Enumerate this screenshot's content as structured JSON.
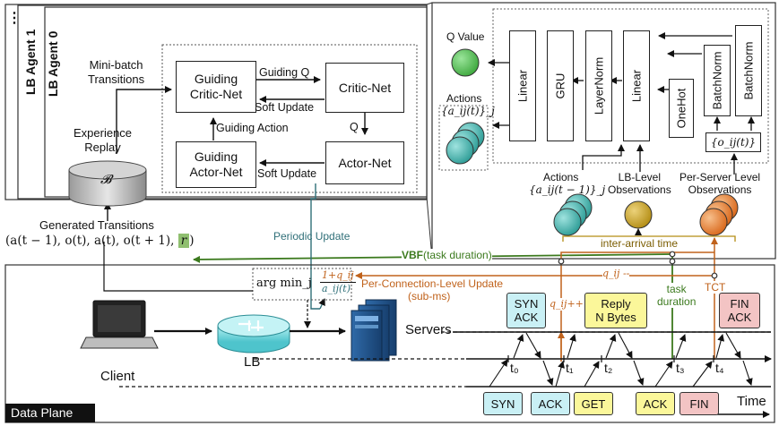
{
  "agents": {
    "ellipsis": "⋮",
    "agent1": "LB Agent 1",
    "agent0": "LB Agent 0",
    "mini_batch": "Mini-batch\nTransitions",
    "guiding_critic": "Guiding\nCritic-Net",
    "critic": "Critic-Net",
    "guiding_actor": "Guiding\nActor-Net",
    "actor": "Actor-Net",
    "guiding_q": "Guiding Q",
    "soft_update_1": "Soft Update",
    "soft_update_2": "Soft Update",
    "guiding_action": "Guiding Action",
    "q": "Q",
    "experience_replay": "Experience\nReplay",
    "buffer": "𝓑",
    "generated_transitions": "Generated Transitions",
    "transition_tuple": "(a(t − 1), o(t), a(t), o(t + 1),",
    "reward": "r",
    "periodic_update": "Periodic Update"
  },
  "network": {
    "q_value": "Q Value",
    "actions_top": "Actions",
    "actions_top_math": "{a_ij(t)}_j",
    "layers": [
      "Linear",
      "GRU",
      "LayerNorm",
      "Linear",
      "OneHot",
      "BatchNorm",
      "BatchNorm"
    ],
    "oij": "{o_ij(t)}",
    "actions_bottom": "Actions",
    "actions_bottom_math": "{a_ij(t − 1)}_j",
    "lb_obs": "LB-Level\nObservations",
    "server_obs": "Per-Server Level\nObservations"
  },
  "annotations": {
    "inter_arrival": "inter-arrival time",
    "vbf_bold": "VBF",
    "vbf_rest": "(task duration)",
    "qij_minus": "q_ij --",
    "argmin": "arg min_j",
    "frac_num": "1+q_ij",
    "frac_den": "a_ij(t)",
    "per_conn": "Per-Connection-Level Update",
    "sub_ms": "(sub-ms)",
    "qij_plus": "q_ij++",
    "task_duration": "task\nduration",
    "tct": "TCT"
  },
  "data_plane": {
    "title": "Data Plane",
    "client": "Client",
    "lb": "LB",
    "servers": "Servers",
    "time": "Time",
    "packets_top": [
      "SYN\nACK",
      "Reply\nN Bytes",
      "FIN\nACK"
    ],
    "packets_bottom": [
      "SYN",
      "ACK",
      "GET",
      "ACK",
      "FIN"
    ],
    "ticks": [
      "t₀",
      "t₁",
      "t₂",
      "t₃",
      "t₄"
    ]
  },
  "colors": {
    "green_ball": "#4fbf4f",
    "teal_ball": "#3fb6b0",
    "gold_ball": "#c9a62a",
    "orange_ball": "#e98a3d",
    "cyan_pkt": "#c9f0f5",
    "yellow_pkt": "#fbf79a",
    "pink_pkt": "#f3c4c4",
    "vbf_green": "#3c7a1e",
    "orange_line": "#c0621b",
    "teal_line": "#2f6f78"
  }
}
